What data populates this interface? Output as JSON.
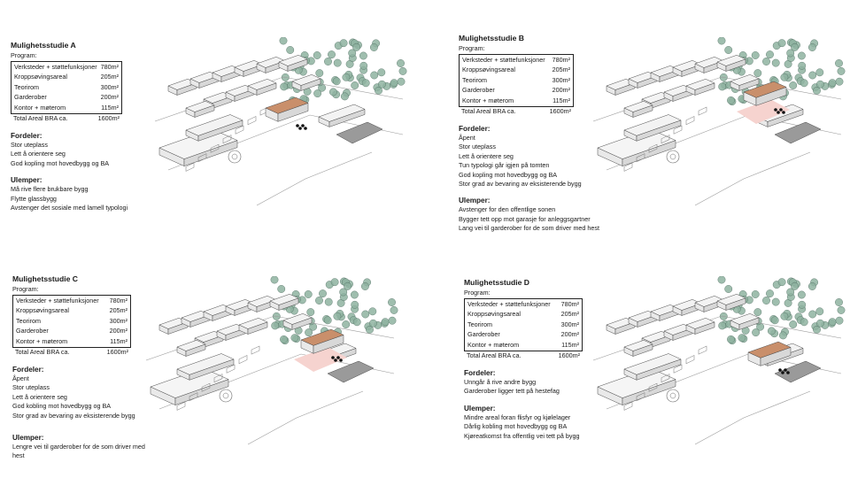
{
  "studies": [
    {
      "title": "Mulighetsstudie A",
      "program_label": "Program:",
      "program": [
        {
          "name": "Verksteder + støttefunksjoner",
          "area": "780m²"
        },
        {
          "name": "Kroppsøvingsareal",
          "area": "205m²"
        },
        {
          "name": "Teorirom",
          "area": "300m²"
        },
        {
          "name": "Garderober",
          "area": "200m²"
        },
        {
          "name": "Kontor + møterom",
          "area": "115m²"
        }
      ],
      "total_label": "Total Areal BRA ca.",
      "total_value": "1600m²",
      "pros_heading": "Fordeler:",
      "pros": [
        "Stor uteplass",
        "Lett å orientere seg",
        "God kopling mot hovedbygg og BA"
      ],
      "cons_heading": "Ulemper:",
      "cons": [
        "Må rive flere brukbare bygg",
        "Flytte glassbygg",
        "Avstenger det sosiale med lamell typologi"
      ]
    },
    {
      "title": "Mulighetsstudie B",
      "program_label": "Program:",
      "program": [
        {
          "name": "Verksteder + støttefunksjoner",
          "area": "780m²"
        },
        {
          "name": "Kroppsøvingsareal",
          "area": "205m²"
        },
        {
          "name": "Teorirom",
          "area": "300m²"
        },
        {
          "name": "Garderober",
          "area": "200m²"
        },
        {
          "name": "Kontor + møterom",
          "area": "115m²"
        }
      ],
      "total_label": "Total Areal BRA ca.",
      "total_value": "1600m²",
      "pros_heading": "Fordeler:",
      "pros": [
        "Åpent",
        "Stor uteplass",
        "Lett å orientere seg",
        "Tun typologi går igjen på tomten",
        "God kopling mot hovedbygg og BA",
        "Stor grad av bevaring av eksisterende bygg"
      ],
      "cons_heading": "Ulemper:",
      "cons": [
        "Avstenger for den offentlige sonen",
        "Bygger tett opp mot garasje for anleggsgartner",
        "Lang vei til garderober for de som driver med hest"
      ]
    },
    {
      "title": "Mulighetsstudie C",
      "program_label": "Program:",
      "program": [
        {
          "name": "Verksteder + støttefunksjoner",
          "area": "780m²"
        },
        {
          "name": "Kroppsøvingsareal",
          "area": "205m²"
        },
        {
          "name": "Teorirom",
          "area": "300m²"
        },
        {
          "name": "Garderober",
          "area": "200m²"
        },
        {
          "name": "Kontor + møterom",
          "area": "115m²"
        }
      ],
      "total_label": "Total Areal BRA ca.",
      "total_value": "1600m²",
      "pros_heading": "Fordeler:",
      "pros": [
        "Åpent",
        "Stor uteplass",
        "Lett å orientere seg",
        "God kobling mot hovedbygg og BA",
        "Stor grad av bevaring av eksisterende bygg"
      ],
      "cons_heading": "Ulemper:",
      "cons": [
        "Lengre vei til garderober for de som driver med hest"
      ]
    },
    {
      "title": "Mulighetsstudie D",
      "program_label": "Program:",
      "program": [
        {
          "name": "Verksteder + støttefunksjoner",
          "area": "780m²"
        },
        {
          "name": "Kroppsøvingsareal",
          "area": "205m²"
        },
        {
          "name": "Teorirom",
          "area": "300m²"
        },
        {
          "name": "Garderober",
          "area": "200m²"
        },
        {
          "name": "Kontor + møterom",
          "area": "115m²"
        }
      ],
      "total_label": "Total Areal BRA ca.",
      "total_value": "1600m²",
      "pros_heading": "Fordeler:",
      "pros": [
        "Unngår å rive andre bygg",
        "Garderober ligger tett på hestefag"
      ],
      "cons_heading": "Ulemper:",
      "cons": [
        "Mindre areal foran flisfyr og kjølelager",
        "Dårlig kobling mot hovedbygg og BA",
        "Kjøreatkomst fra offentlig vei tett på bygg"
      ]
    }
  ],
  "colors": {
    "highlight": "#c98f6b",
    "plaza": "#f6d3cf",
    "forest": "#8fb3a1",
    "line": "#4a4a4a"
  }
}
